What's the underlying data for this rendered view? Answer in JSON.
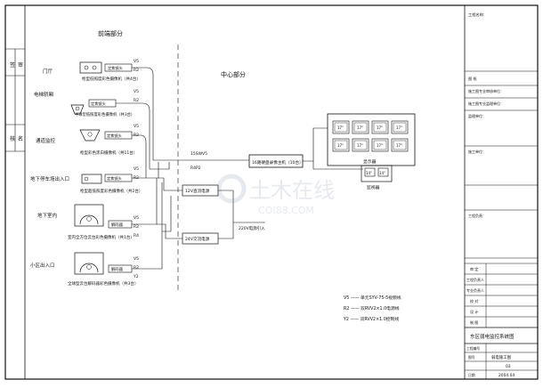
{
  "sections": {
    "front": "前端部分",
    "center": "中心部分"
  },
  "zones": {
    "lobby": "门厅",
    "elevator": "电梯轿厢",
    "corridor": "通道监控",
    "garage": "地下停车场出入口",
    "basement": "地下室内",
    "district": "小区出入口"
  },
  "devices": {
    "dome": "枪型低照度彩色摄像机（共4台）",
    "hemisphere": "半球型低照度彩色摄像机（共3台）",
    "gun_bw": "枪型彩色黑白摄像机（共11台）",
    "gun_color": "枪型超低照度彩色摄像机（共2台）",
    "ptz_indoor": "室内全方位云台彩色摄像机（共1台）",
    "ptz_full": "全球型云台解码器彩色摄像机（共3台）"
  },
  "box": {
    "lens": "定焦镜头",
    "decoder": "解码器"
  },
  "cable_codes": {
    "v5": "V5",
    "r2": "R2",
    "r4": "R4",
    "y2": "Y2"
  },
  "center": {
    "dvr": "16路硬盘录像主机（10台）",
    "psu": "12V直流电源",
    "ac": "24V交流电源",
    "power_in": "220V电源引入",
    "monitor_group": "显示器",
    "monitor_sub": "监视器",
    "bus_label": "15SWV5",
    "bus_label2": "R4P2",
    "screen_a": "17\"",
    "screen_b": "14\""
  },
  "legend": {
    "v5": "V5  —— 单元SYV-75-5视频线",
    "r2": "R2  —— 双RVV2×1.0电源线",
    "y2": "Y2  —— 双RVV2×1.0控制线"
  },
  "side_labels": [
    "签",
    "审",
    "核",
    "名"
  ],
  "title_block": {
    "rows_top": [
      "工程名称：",
      "",
      "",
      "图 纸",
      "施工图专业审核单位：",
      "施工图专业监理单位：",
      "监理单位：",
      "",
      "施工单位：",
      "",
      "工程负责：",
      ""
    ],
    "roles": [
      "审 定",
      "工程负责人",
      "专业负责人",
      "校 对",
      "设 计",
      "制 图"
    ],
    "title": "东区弱电监控系统图",
    "footer_rows": [
      {
        "k": "工程编号",
        "v": ""
      },
      {
        "k": "图号",
        "v": "弱电施工图"
      },
      {
        "k": "",
        "v": "03"
      },
      {
        "k": "日期",
        "v": "2004.04"
      }
    ]
  },
  "watermark": {
    "cn": "土木在线",
    "en": "COI88.COM"
  }
}
